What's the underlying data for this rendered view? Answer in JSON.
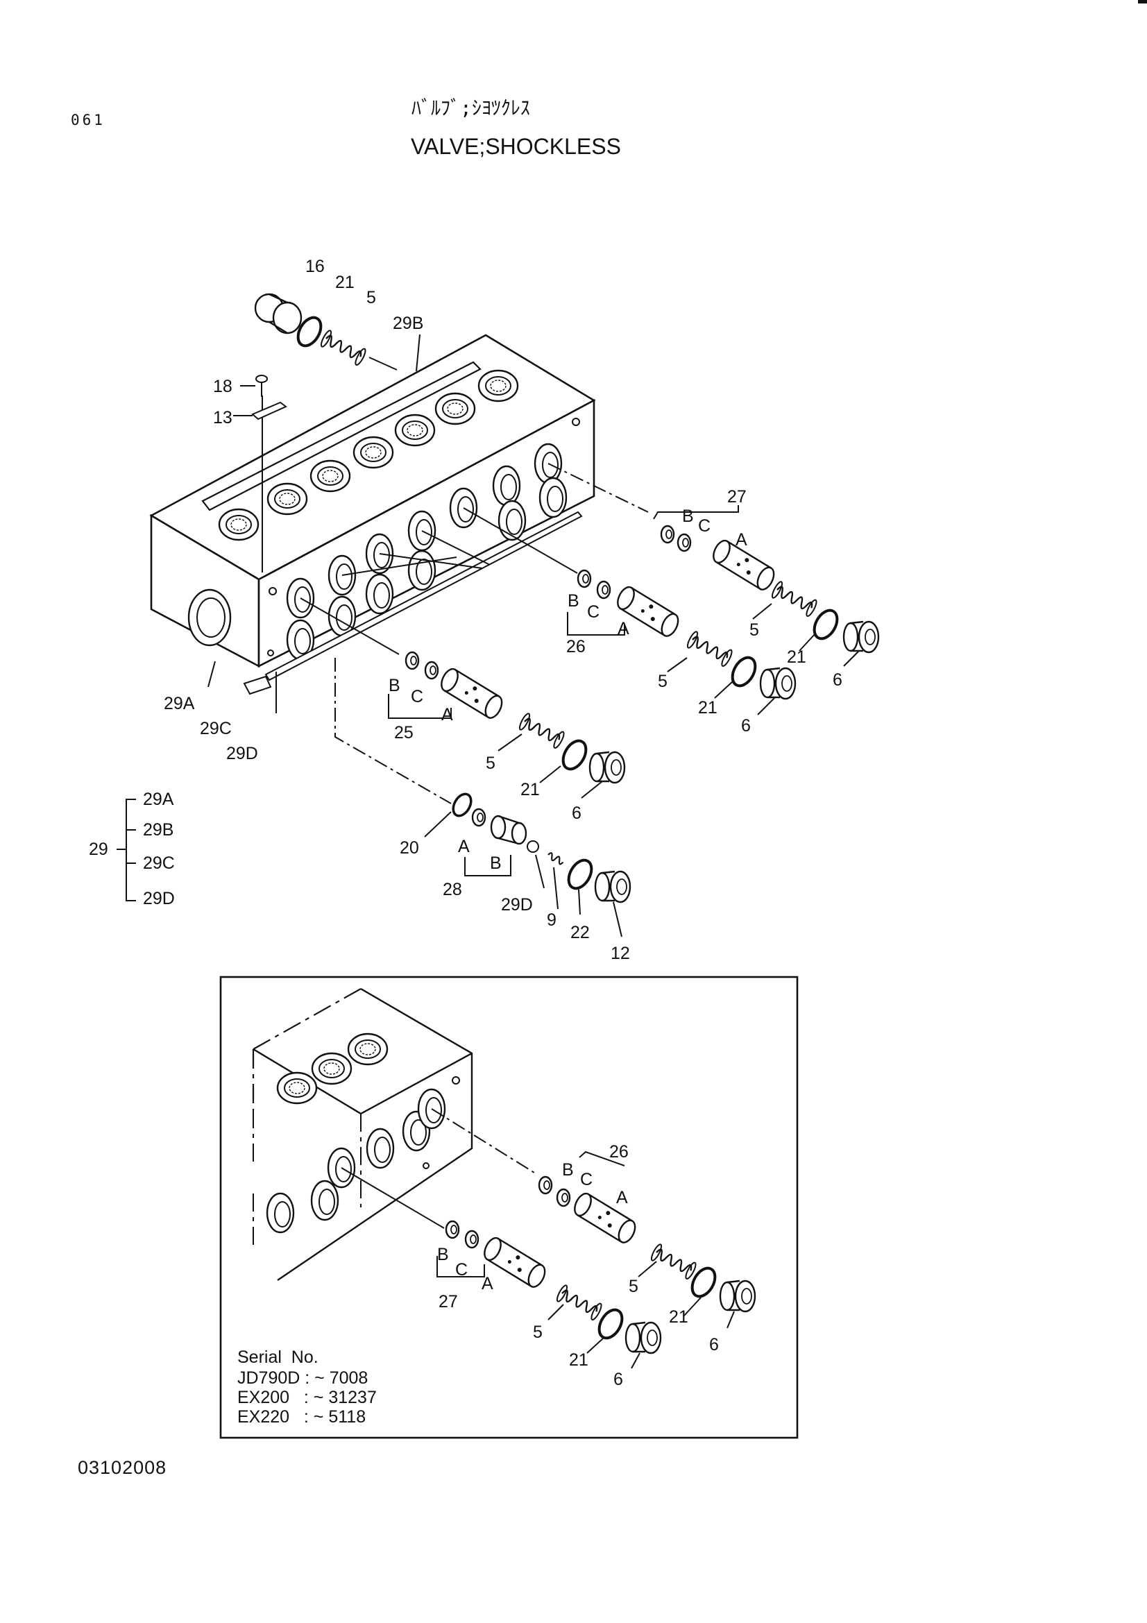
{
  "page_number": "061",
  "title_jp": "ﾊﾞﾙﾌﾞ;ｼﾖﾂｸﾚｽ",
  "title_en": "VALVE;SHOCKLESS",
  "main_callouts": {
    "c16": "16",
    "c21a": "21",
    "c5a": "5",
    "c29B": "29B",
    "c18": "18",
    "c13": "13",
    "c27": "27",
    "c27B": "B",
    "c27C": "C",
    "c27A": "A",
    "c5b": "5",
    "c21b": "21",
    "c6a": "6",
    "c26B": "B",
    "c26C": "C",
    "c26A": "A",
    "c26": "26",
    "c5c": "5",
    "c21c": "21",
    "c6b": "6",
    "c29A": "29A",
    "c29C": "29C",
    "c29D": "29D",
    "c25B": "B",
    "c25C": "C",
    "c25A": "A",
    "c25": "25",
    "c5d": "5",
    "c21d": "21",
    "c6c": "6",
    "c20": "20",
    "c28A": "A",
    "c28B": "B",
    "c28": "28",
    "c29Db": "29D",
    "c9": "9",
    "c22": "22",
    "c12": "12"
  },
  "composition": {
    "parent": "29",
    "children": [
      "29A",
      "29B",
      "29C",
      "29D"
    ]
  },
  "inset_callouts": {
    "c26": "26",
    "c26B": "B",
    "c26C": "C",
    "c26A": "A",
    "c27B": "B",
    "c27C": "C",
    "c27A": "A",
    "c27": "27",
    "c5a": "5",
    "c21a": "21",
    "c6a": "6",
    "c5b": "5",
    "c21b": "21",
    "c6b": "6"
  },
  "serial": {
    "heading": "Serial  No.",
    "rows": [
      "JD790D : ~ 7008",
      "EX200   : ~ 31237",
      "EX220   : ~ 5118"
    ]
  },
  "figure_code": "03102008"
}
